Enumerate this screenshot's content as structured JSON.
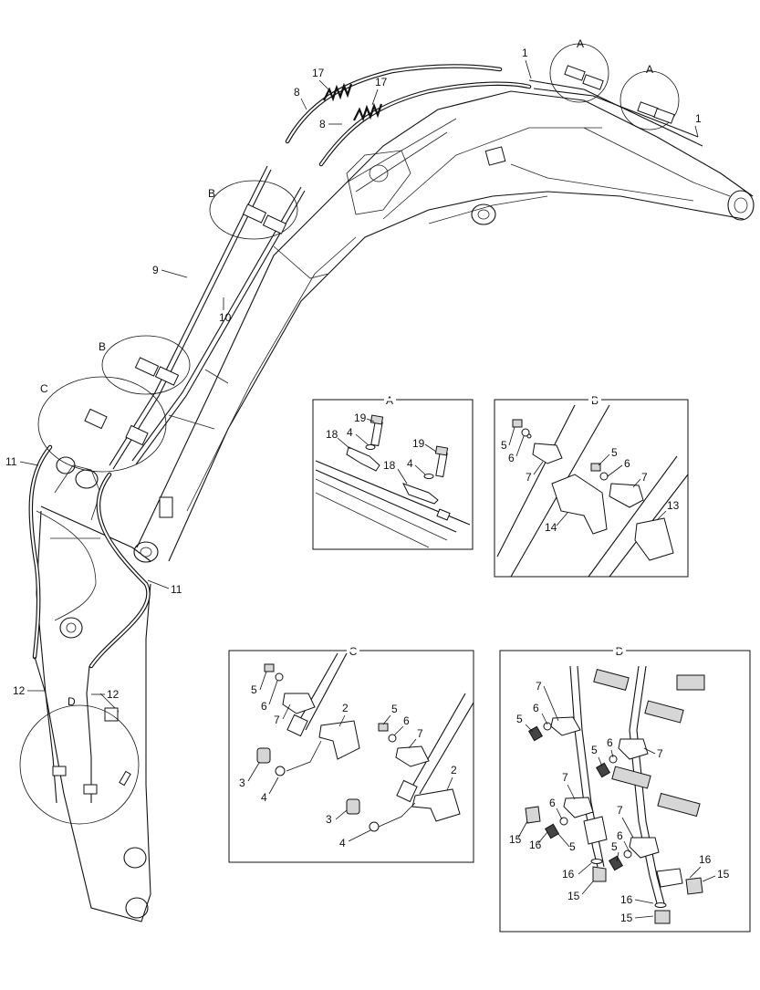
{
  "diagram": {
    "detail_panels": [
      {
        "id": "A",
        "title": "A"
      },
      {
        "id": "B",
        "title": "B"
      },
      {
        "id": "C",
        "title": "C"
      },
      {
        "id": "D",
        "title": "D"
      }
    ],
    "circle_callouts": [
      "A",
      "A",
      "B",
      "B",
      "C",
      "D"
    ],
    "main_labels": [
      "1",
      "1",
      "17",
      "17",
      "8",
      "8",
      "9",
      "10",
      "11",
      "11",
      "12",
      "12"
    ],
    "panel_a_labels": [
      "19",
      "19",
      "4",
      "4",
      "18",
      "18"
    ],
    "panel_b_labels": [
      "5",
      "6",
      "7",
      "5",
      "6",
      "7",
      "14",
      "13"
    ],
    "panel_c_labels": [
      "5",
      "6",
      "7",
      "2",
      "3",
      "4",
      "5",
      "6",
      "7",
      "2",
      "3",
      "4"
    ],
    "panel_d_labels": [
      "7",
      "6",
      "5",
      "5",
      "6",
      "7",
      "7",
      "6",
      "15",
      "16",
      "5",
      "7",
      "6",
      "5",
      "16",
      "15",
      "16",
      "15",
      "16",
      "15"
    ]
  }
}
